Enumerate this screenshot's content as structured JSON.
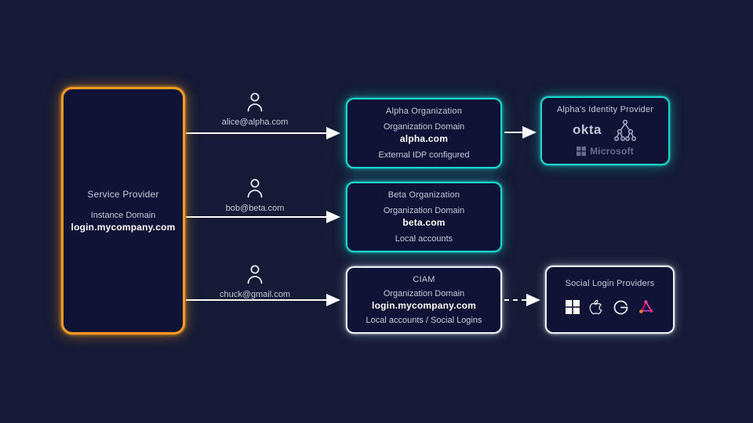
{
  "diagram": {
    "background_color": "#151a36",
    "box_fill_color": "#0f1437",
    "accent_orange": "#f59b23",
    "accent_teal": "#1cd8ca",
    "accent_white": "#eef0f8"
  },
  "service_provider": {
    "title": "Service Provider",
    "domain_label": "Instance Domain",
    "domain": "login.mycompany.com"
  },
  "users": [
    {
      "email": "alice@alpha.com"
    },
    {
      "email": "bob@beta.com"
    },
    {
      "email": "chuck@gmail.com"
    }
  ],
  "organizations": [
    {
      "title": "Alpha Organization",
      "domain_label": "Organization Domain",
      "domain": "alpha.com",
      "note": "External IDP configured",
      "border": "teal"
    },
    {
      "title": "Beta Organization",
      "domain_label": "Organization Domain",
      "domain": "beta.com",
      "note": "Local accounts",
      "border": "teal"
    },
    {
      "title": "CIAM",
      "domain_label": "Organization Domain",
      "domain": "login.mycompany.com",
      "note": "Local accounts / Social Logins",
      "border": "white"
    }
  ],
  "identity_provider": {
    "title": "Alpha's Identity Provider",
    "okta_label": "okta",
    "microsoft_label": "Microsoft",
    "icons": [
      "okta-wordmark",
      "directory-tree-icon",
      "microsoft-logo"
    ]
  },
  "social_providers": {
    "title": "Social  Login Providers",
    "icons": [
      "microsoft-icon",
      "apple-icon",
      "google-icon",
      "abstract-network-icon"
    ]
  }
}
